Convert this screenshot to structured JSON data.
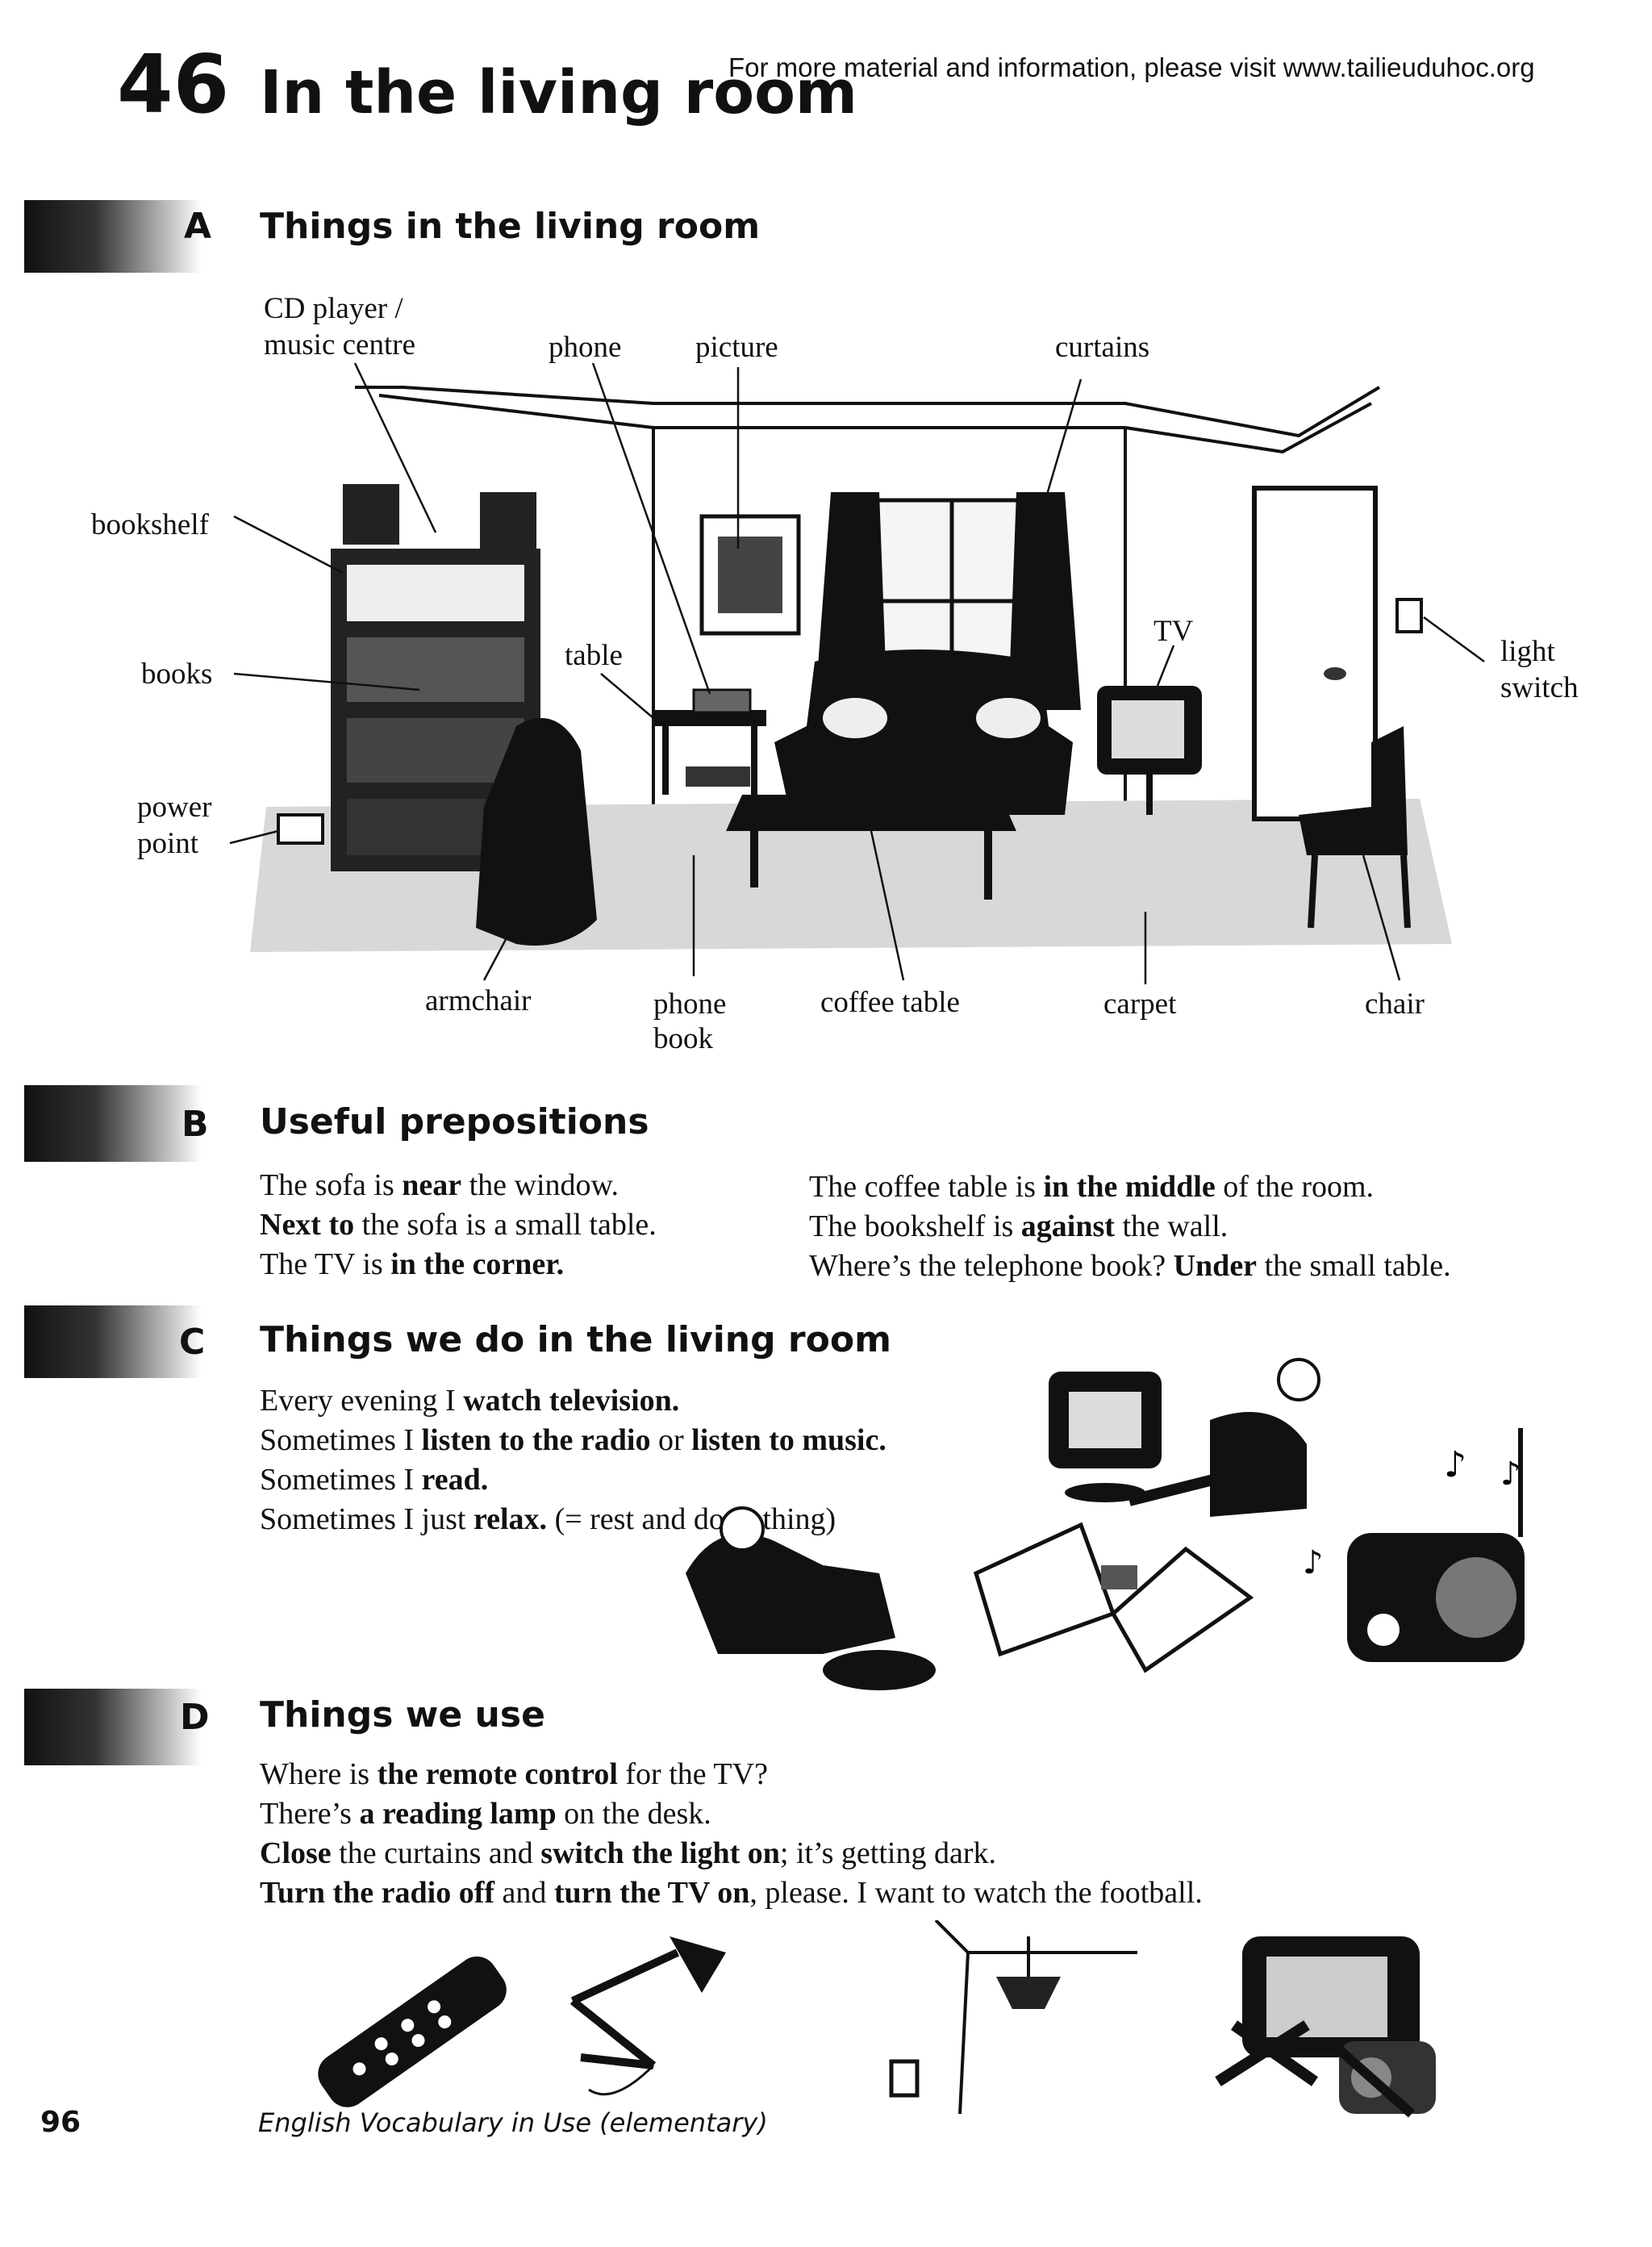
{
  "header": {
    "unit_number": "46",
    "unit_title": "In the living room",
    "notice": "For more material and information, please visit www.tailieuduhoc.org"
  },
  "section_a": {
    "letter": "A",
    "title": "Things in the living room",
    "labels": {
      "cd_player_1": "CD player /",
      "cd_player_2": "music centre",
      "phone": "phone",
      "picture": "picture",
      "curtains": "curtains",
      "bookshelf": "bookshelf",
      "books": "books",
      "table": "table",
      "tv": "TV",
      "light_switch_1": "light",
      "light_switch_2": "switch",
      "power_point_1": "power",
      "power_point_2": "point",
      "armchair": "armchair",
      "phone_book_1": "phone",
      "phone_book_2": "book",
      "coffee_table": "coffee table",
      "carpet": "carpet",
      "chair": "chair"
    }
  },
  "section_b": {
    "letter": "B",
    "title": "Useful prepositions",
    "left": [
      {
        "pre": "The sofa is ",
        "bold": "near",
        "post": " the window."
      },
      {
        "pre": "",
        "bold": "Next to",
        "post": " the sofa is a small table."
      },
      {
        "pre": "The TV is ",
        "bold": "in the corner.",
        "post": ""
      }
    ],
    "right": [
      {
        "pre": "The coffee table is ",
        "bold": "in the middle",
        "post": " of the room."
      },
      {
        "pre": "The bookshelf is ",
        "bold": "against",
        "post": " the wall."
      },
      {
        "pre": "Where’s the telephone book? ",
        "bold": "Under",
        "post": " the small table."
      }
    ]
  },
  "section_c": {
    "letter": "C",
    "title": "Things we do in the living room",
    "lines": [
      {
        "pre": "Every evening I ",
        "b1": "watch television.",
        "mid": "",
        "b2": "",
        "post": ""
      },
      {
        "pre": "Sometimes I ",
        "b1": "listen to the radio",
        "mid": " or ",
        "b2": "listen to music.",
        "post": ""
      },
      {
        "pre": "Sometimes I ",
        "b1": "read.",
        "mid": "",
        "b2": "",
        "post": ""
      },
      {
        "pre": "Sometimes I just ",
        "b1": "relax.",
        "mid": "",
        "b2": "",
        "post": " (= rest and do nothing)"
      }
    ]
  },
  "section_d": {
    "letter": "D",
    "title": "Things we use",
    "lines": [
      {
        "p1": "Where is ",
        "b1": "the remote control",
        "p2": " for the TV?",
        "b2": "",
        "p3": "",
        "b3": "",
        "p4": "",
        "b4": "",
        "p5": ""
      },
      {
        "p1": "There’s ",
        "b1": "a reading lamp",
        "p2": " on the desk.",
        "b2": "",
        "p3": "",
        "b3": "",
        "p4": "",
        "b4": "",
        "p5": ""
      },
      {
        "p1": "",
        "b1": "Close",
        "p2": " the curtains and ",
        "b2": "switch the light on",
        "p3": "; it’s getting dark.",
        "b3": "",
        "p4": "",
        "b4": "",
        "p5": ""
      },
      {
        "p1": "",
        "b1": "Turn the radio off",
        "p2": " and ",
        "b2": "turn the TV on",
        "p3": ", please. I want to watch the football.",
        "b3": "",
        "p4": "",
        "b4": "",
        "p5": ""
      }
    ]
  },
  "footer": {
    "page_number": "96",
    "book_title": "English Vocabulary in Use (elementary)"
  }
}
